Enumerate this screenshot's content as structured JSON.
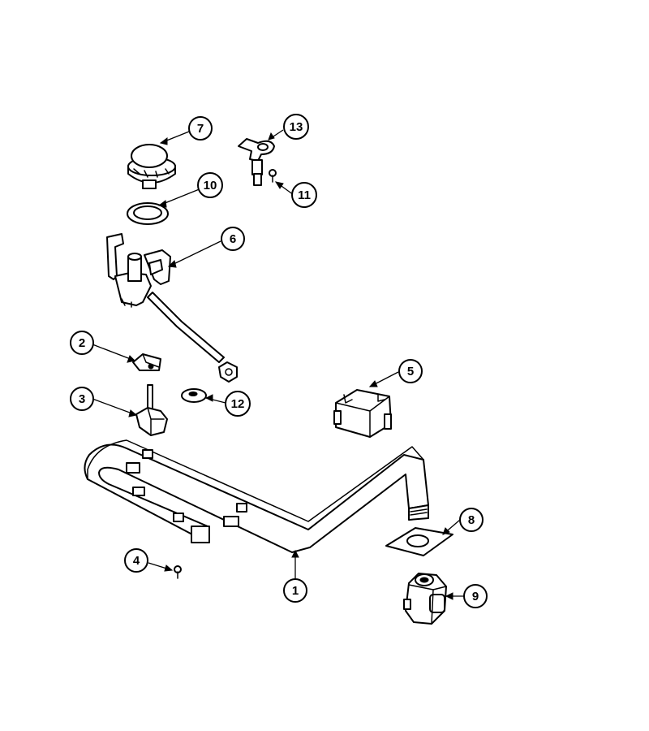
{
  "diagram": {
    "callouts": [
      {
        "key": "c1",
        "label": "1"
      },
      {
        "key": "c2",
        "label": "2"
      },
      {
        "key": "c3",
        "label": "3"
      },
      {
        "key": "c4",
        "label": "4"
      },
      {
        "key": "c5",
        "label": "5"
      },
      {
        "key": "c6",
        "label": "6"
      },
      {
        "key": "c7",
        "label": "7"
      },
      {
        "key": "c8",
        "label": "8"
      },
      {
        "key": "c9",
        "label": "9"
      },
      {
        "key": "c10",
        "label": "10"
      },
      {
        "key": "c11",
        "label": "11"
      },
      {
        "key": "c12",
        "label": "12"
      },
      {
        "key": "c13",
        "label": "13"
      }
    ]
  }
}
